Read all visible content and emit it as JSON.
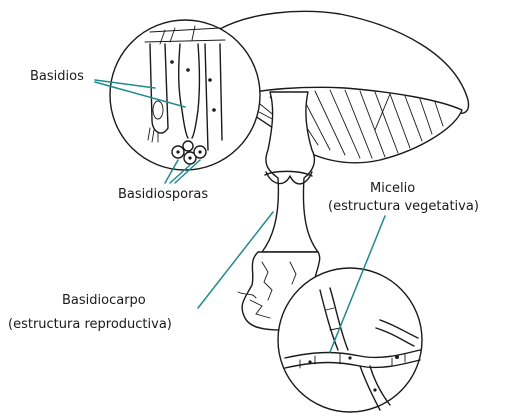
{
  "labels": {
    "basidios": "Basidios",
    "basidiosporas": "Basidiosporas",
    "micelio_line1": "Micelio",
    "micelio_line2": "(estructura vegetativa)",
    "basidiocarpo_line1": "Basidiocarpo",
    "basidiocarpo_line2": "(estructura reproductiva)"
  },
  "colors": {
    "leader_line": "#1f8a8c",
    "ink": "#1a1a1a",
    "background": "#ffffff"
  }
}
